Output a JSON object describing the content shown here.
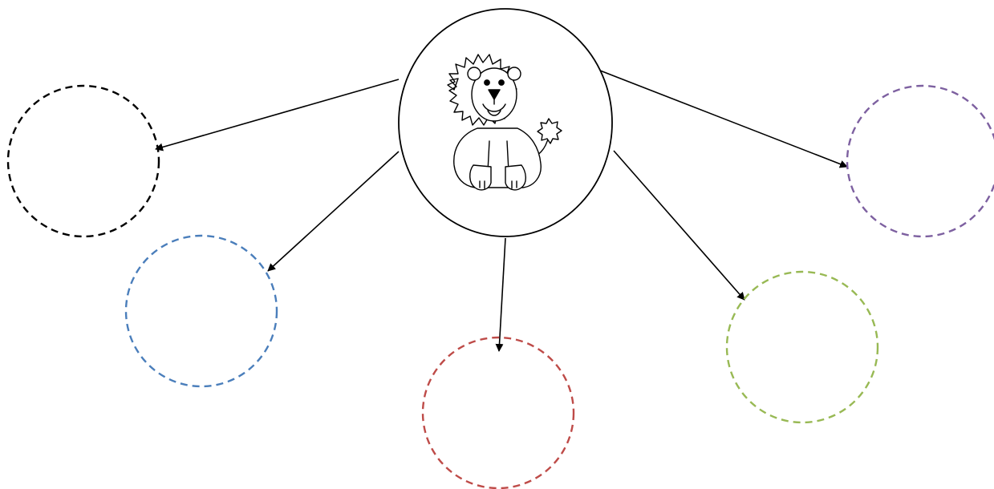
{
  "center": {
    "icon": "lion-icon",
    "stroke": "#000000"
  },
  "targets": [
    {
      "id": "black",
      "stroke": "#000000"
    },
    {
      "id": "blue",
      "stroke": "#4a7ebb"
    },
    {
      "id": "red",
      "stroke": "#be4b48"
    },
    {
      "id": "green",
      "stroke": "#98b954"
    },
    {
      "id": "purple",
      "stroke": "#7d60a0"
    }
  ],
  "arrow_color": "#000000"
}
